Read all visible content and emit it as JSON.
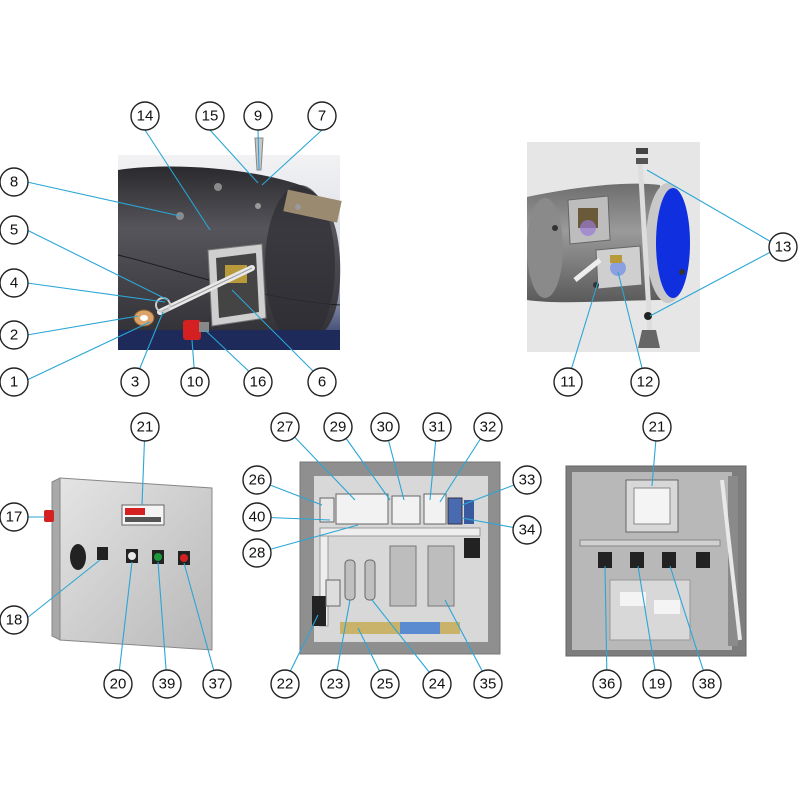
{
  "colors": {
    "leader_line": "#2aa6d6",
    "callout_border": "#222222",
    "duct_body": "#3a3a3e",
    "render_background": "#1e2a5a",
    "duct_opening": "#1030e0",
    "cabinet_panel": "#c9c9c9",
    "pilot_red": "#d42020",
    "pilot_green": "#1a9a3a"
  },
  "callouts": {
    "c1": "1",
    "c2": "2",
    "c3": "3",
    "c4": "4",
    "c5": "5",
    "c6": "6",
    "c7": "7",
    "c8": "8",
    "c9": "9",
    "c10": "10",
    "c11": "11",
    "c12": "12",
    "c13": "13",
    "c14": "14",
    "c15": "15",
    "c16": "16",
    "c17": "17",
    "c18": "18",
    "c19": "19",
    "c20": "20",
    "c21a": "21",
    "c21b": "21",
    "c22": "22",
    "c23": "23",
    "c24": "24",
    "c25": "25",
    "c26": "26",
    "c27": "27",
    "c28": "28",
    "c29": "29",
    "c30": "30",
    "c31": "31",
    "c32": "32",
    "c33": "33",
    "c34": "34",
    "c35": "35",
    "c36": "36",
    "c37": "37",
    "c38": "38",
    "c39": "39",
    "c40": "40"
  }
}
